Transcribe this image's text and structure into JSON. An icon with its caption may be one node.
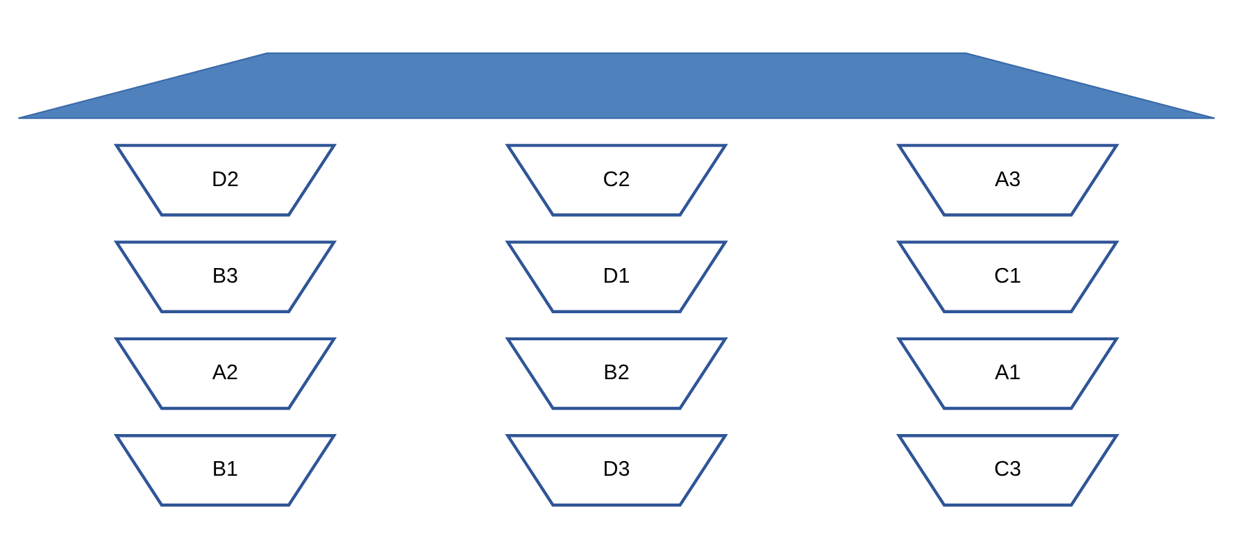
{
  "diagram": {
    "nodes": [
      {
        "text": [],
        "shape": "trapezoid"
      },
      {
        "text": [
          "D2"
        ]
      },
      {
        "text": [
          "C2"
        ]
      },
      {
        "text": [
          "A3"
        ]
      },
      {
        "text": [
          "B3"
        ]
      },
      {
        "text": [
          "D1"
        ]
      },
      {
        "text": [
          "C1"
        ]
      },
      {
        "text": [
          "A2"
        ]
      },
      {
        "text": [
          "B2"
        ]
      },
      {
        "text": [
          "A1"
        ]
      },
      {
        "text": [
          "B1"
        ]
      },
      {
        "text": [
          "D3"
        ]
      },
      {
        "text": [
          "C3"
        ]
      }
    ]
  }
}
